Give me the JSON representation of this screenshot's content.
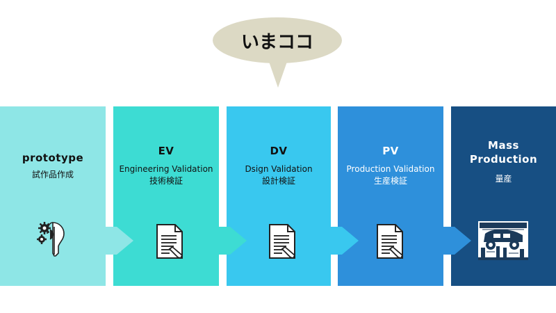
{
  "callout": {
    "text": "いまココ"
  },
  "stages": [
    {
      "title": "prototype",
      "subtitle": "",
      "subtitle_jp": "試作品作成",
      "color": "#8ee6e6",
      "text_color": "#111111",
      "icon": "gear-lightbulb-icon"
    },
    {
      "title": "EV",
      "subtitle": "Engineering Validation",
      "subtitle_jp": "技術検証",
      "color": "#3ddcd3",
      "text_color": "#111111",
      "icon": "document-pencil-icon"
    },
    {
      "title": "DV",
      "subtitle": "Dsign Validation",
      "subtitle_jp": "設計検証",
      "color": "#39c8ef",
      "text_color": "#111111",
      "icon": "document-pencil-icon"
    },
    {
      "title": "PV",
      "subtitle": "Production Validation",
      "subtitle_jp": "生産検証",
      "color": "#2e90db",
      "text_color": "#ffffff",
      "icon": "document-pencil-icon"
    },
    {
      "title": "Mass\nProduction",
      "subtitle": "",
      "subtitle_jp": "量産",
      "color": "#174f83",
      "text_color": "#ffffff",
      "icon": "factory-photo-icon"
    }
  ],
  "arrow_colors": [
    "#8ee6e6",
    "#3ddcd3",
    "#39c8ef",
    "#2e90db"
  ]
}
